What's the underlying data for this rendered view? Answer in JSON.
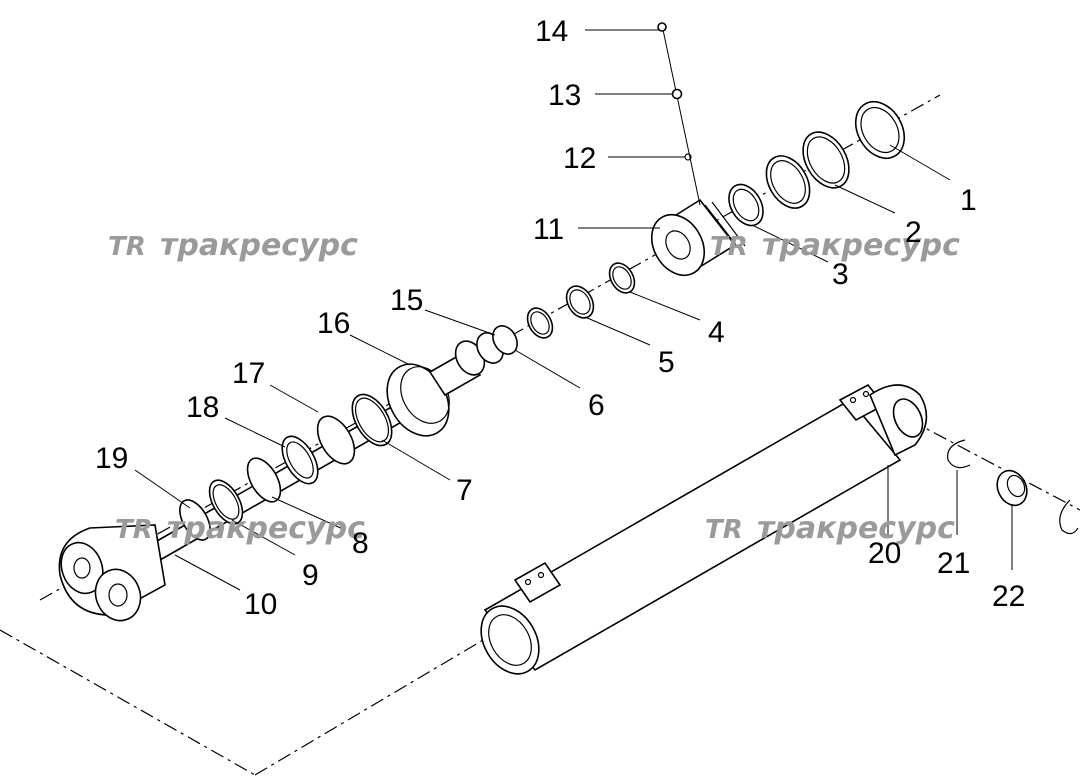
{
  "diagram": {
    "callouts": [
      "14",
      "13",
      "12",
      "11",
      "1",
      "2",
      "3",
      "4",
      "5",
      "6",
      "7",
      "8",
      "9",
      "10",
      "15",
      "16",
      "17",
      "18",
      "19",
      "20",
      "21",
      "22"
    ],
    "watermark": {
      "logo": "ТR",
      "text": "тракресурс"
    }
  }
}
